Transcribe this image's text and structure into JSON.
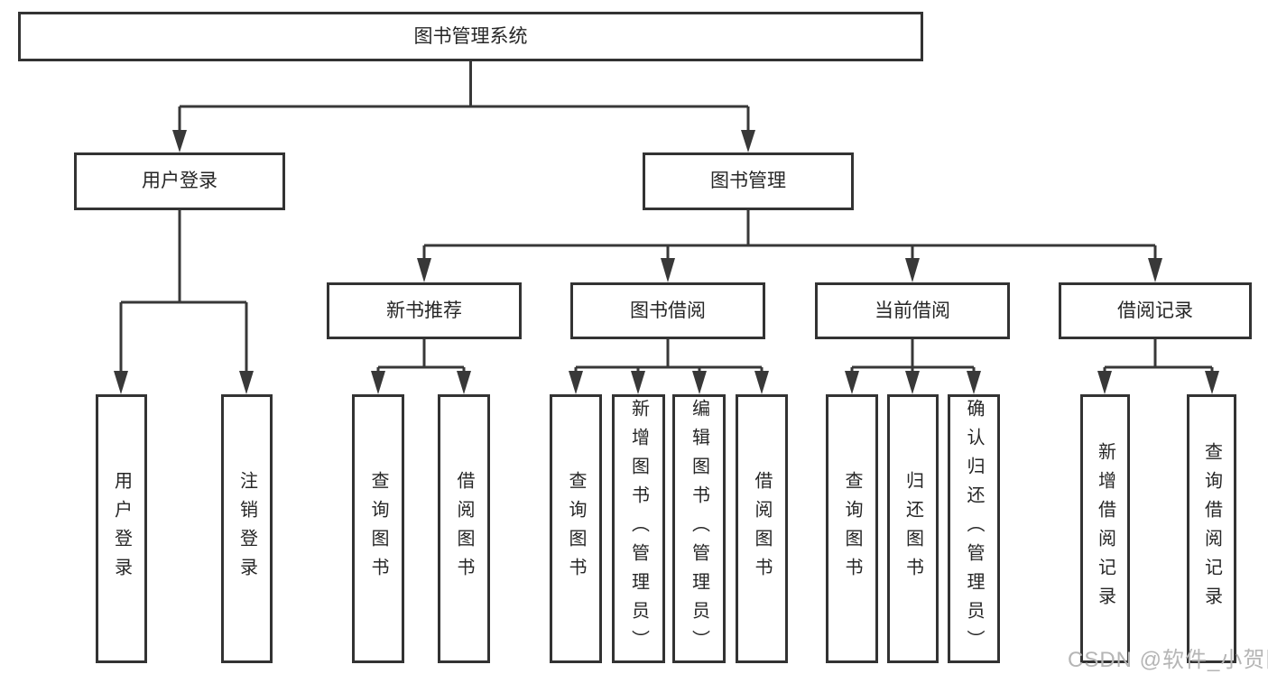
{
  "root": {
    "label": "图书管理系统"
  },
  "level2": [
    {
      "label": "用户登录"
    },
    {
      "label": "图书管理"
    }
  ],
  "level3": [
    {
      "label": "新书推荐",
      "parent": "图书管理"
    },
    {
      "label": "图书借阅",
      "parent": "图书管理"
    },
    {
      "label": "当前借阅",
      "parent": "图书管理"
    },
    {
      "label": "借阅记录",
      "parent": "图书管理"
    }
  ],
  "leaves": [
    {
      "label": "用户登录",
      "parent": "用户登录"
    },
    {
      "label": "注销登录",
      "parent": "用户登录"
    },
    {
      "label": "查询图书",
      "parent": "新书推荐"
    },
    {
      "label": "借阅图书",
      "parent": "新书推荐"
    },
    {
      "label": "查询图书",
      "parent": "图书借阅"
    },
    {
      "label": "新增图书（管理员）",
      "parent": "图书借阅"
    },
    {
      "label": "编辑图书（管理员）",
      "parent": "图书借阅"
    },
    {
      "label": "借阅图书",
      "parent": "图书借阅"
    },
    {
      "label": "查询图书",
      "parent": "当前借阅"
    },
    {
      "label": "归还图书",
      "parent": "当前借阅"
    },
    {
      "label": "确认归还（管理员）",
      "parent": "当前借阅"
    },
    {
      "label": "新增借阅记录",
      "parent": "借阅记录"
    },
    {
      "label": "查询借阅记录",
      "parent": "借阅记录"
    }
  ],
  "watermark": "CSDN @软件_小贺同学",
  "colors": {
    "line": "#383838",
    "border": "#333333",
    "text": "#262626",
    "watermark": "#b5b5b5",
    "background": "#ffffff"
  }
}
